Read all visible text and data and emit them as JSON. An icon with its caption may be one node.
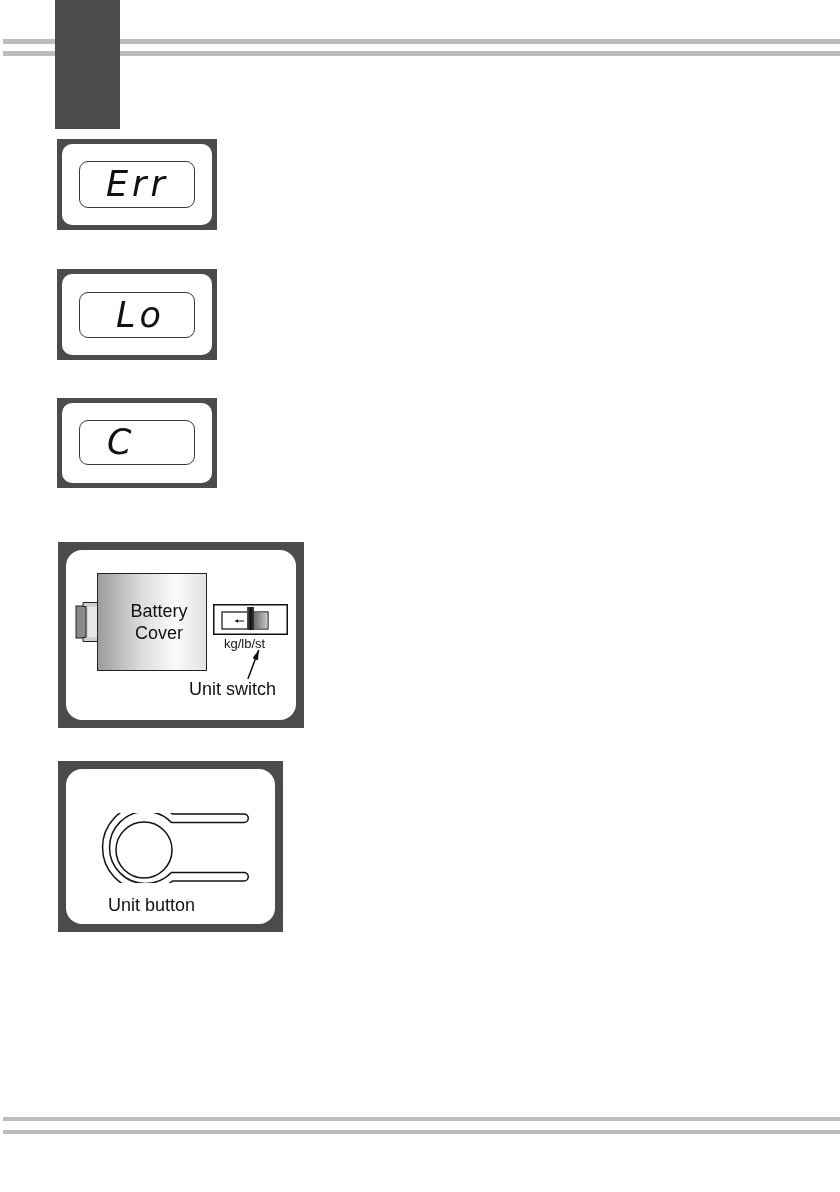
{
  "diagram": {
    "nodes": [
      {
        "text": [],
        "shape": "bar"
      },
      {
        "text": [],
        "shape": "box"
      },
      {
        "text": [
          "Err"
        ],
        "in": 1
      },
      {
        "text": [],
        "shape": "box"
      },
      {
        "text": [
          "Lo"
        ],
        "in": 3
      },
      {
        "text": [],
        "shape": "box"
      },
      {
        "text": [
          "C"
        ],
        "in": 5
      },
      {
        "text": [],
        "shape": "box"
      },
      {
        "text": [
          "Battery Cover"
        ],
        "in": 7
      },
      {
        "text": [],
        "shape": "picture",
        "beside": [
          "kg/lb/st"
        ],
        "in": 7
      },
      {
        "text": [
          "Unit switch"
        ],
        "in": 7
      },
      {
        "text": [
          "Unit button"
        ]
      }
    ],
    "edges": [
      {
        "from": 10,
        "to": 9,
        "arrow": "to"
      }
    ]
  }
}
